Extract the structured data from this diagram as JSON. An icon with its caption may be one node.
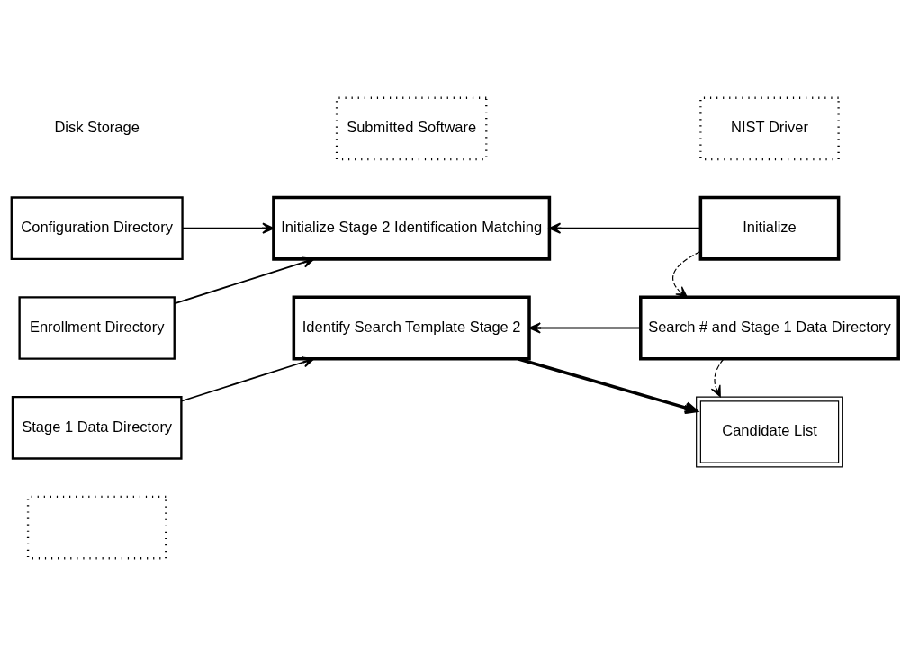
{
  "diagram": {
    "nodes": [
      {
        "text": [
          "Submitted Software"
        ]
      },
      {
        "text": [
          "NIST Driver"
        ]
      },
      {
        "text": [
          "Configuration Directory"
        ]
      },
      {
        "text": [
          "Enrollment Directory"
        ]
      },
      {
        "text": [
          "Initialize Stage 2 Identification Matching"
        ]
      },
      {
        "text": [
          "Initialize"
        ]
      },
      {
        "text": [
          "Stage 1 Data Directory"
        ]
      },
      {
        "text": [
          "Identify Search Template Stage 2"
        ]
      },
      {
        "text": [
          "Search # and Stage 1 Data Directory"
        ]
      },
      {
        "text": [],
        "shape": "box"
      },
      {
        "text": [
          "Candidate List"
        ]
      }
    ],
    "edges": [
      {
        "from": 2,
        "to": 4,
        "arrow": "to"
      },
      {
        "from": 3,
        "to": 4,
        "arrow": "to"
      },
      {
        "from": 5,
        "to": 4,
        "arrow": "to"
      },
      {
        "from": 5,
        "to": 8,
        "arrow": "to",
        "style": "dashed"
      },
      {
        "from": 6,
        "to": 7,
        "arrow": "to"
      },
      {
        "from": 8,
        "to": 7,
        "arrow": "to"
      },
      {
        "from": 8,
        "to": 10,
        "arrow": "to",
        "style": "dashed"
      },
      {
        "from": 7,
        "to": 10,
        "arrow": "to",
        "style": "thick"
      }
    ],
    "labels": [
      "Disk Storage"
    ]
  }
}
